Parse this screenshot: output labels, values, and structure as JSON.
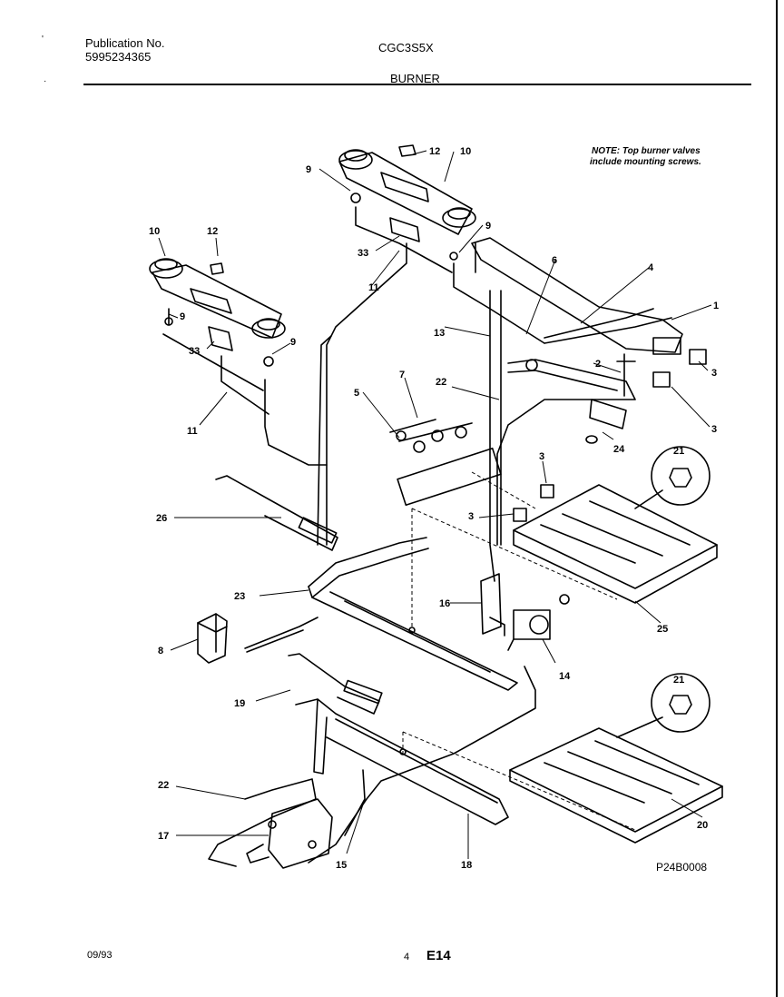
{
  "header": {
    "publication_label": "Publication No.",
    "publication_number": "5995234365",
    "model": "CGC3S5X",
    "section": "BURNER"
  },
  "note": {
    "line1": "NOTE: Top burner valves",
    "line2": "include mounting screws."
  },
  "callouts": {
    "c1": "1",
    "c2": "2",
    "c3a": "3",
    "c3b": "3",
    "c3c": "3",
    "c3d": "3",
    "c4": "4",
    "c5": "5",
    "c6": "6",
    "c7": "7",
    "c8": "8",
    "c9a": "9",
    "c9b": "9",
    "c9c": "9",
    "c9d": "9",
    "c10a": "10",
    "c10b": "10",
    "c11a": "11",
    "c11b": "11",
    "c12a": "12",
    "c12b": "12",
    "c13": "13",
    "c14": "14",
    "c15": "15",
    "c16": "16",
    "c17": "17",
    "c18": "18",
    "c19": "19",
    "c20": "20",
    "c21a": "21",
    "c21b": "21",
    "c22a": "22",
    "c22b": "22",
    "c23": "23",
    "c24": "24",
    "c25": "25",
    "c26": "26",
    "c33a": "33",
    "c33b": "33"
  },
  "drawing_code": "P24B0008",
  "footer": {
    "date": "09/93",
    "page": "4",
    "code": "E14"
  }
}
